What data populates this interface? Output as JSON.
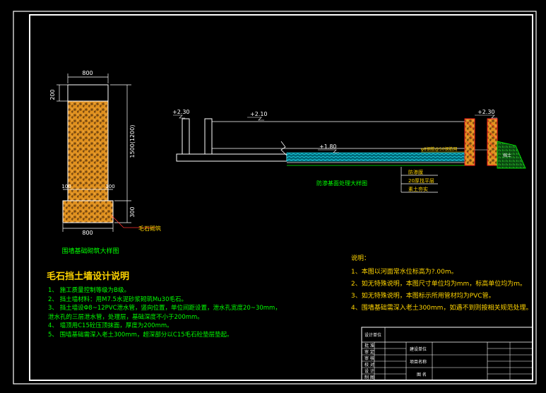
{
  "detail": {
    "width_top": "800",
    "cap_height": "200",
    "wall_height": "1500(1200)",
    "foundation_height": "300",
    "offset_left": "100",
    "offset_right": "100",
    "width_bottom": "800",
    "rubble_label": "毛石砌筑",
    "caption": "围墙基础砌筑大样图"
  },
  "section": {
    "elev_left": "+2.30",
    "elev_mid": "+2.10",
    "elev_water": "+1.80",
    "elev_right": "+2.30",
    "rebar_note": "φ8钢筋@50钢筋网",
    "table": [
      "防渗膜",
      "20厚找平层",
      "素土夯实"
    ],
    "side_label": "挡土",
    "caption": "防渗基面处理大样图"
  },
  "design": {
    "title": "毛石挡土墙设计说明",
    "items": [
      "1、 施工质量控制等级为B级。",
      "2、 挡土墙材料：用M7.5水泥砂浆砌筑Mu30毛石。",
      "3、 挡土墙设Φ8~12PVC泄水管，竖向位置，单位间距设置，泄水孔宽度20~30mm，",
      "     泄水孔的三层泄水管，处理层，基础深度不小于200mm。",
      "4、 墙顶用C15砼压顶抹面，厚度为200mm。",
      "5、 围墙基础需深入老土300mm，超深部分以C15毛石砼垫层垫起。"
    ]
  },
  "notes": {
    "title": "说明：",
    "items": [
      "1、本图以河面常水位标高为?.00m。",
      "2、如无特殊说明，本图尺寸单位均为mm，标高单位均为m。",
      "3、如无特殊说明，本图标示所用管材均为PVC管。",
      "4、围墙基础需深入老土300mm，如遇不到则按相关规范处理。"
    ]
  },
  "titleblock": {
    "header": "设计单位",
    "rows": [
      "批 准",
      "审 定",
      "审 核",
      "校 对",
      "设 计",
      "制 图"
    ],
    "field1": "建设单位",
    "field2": "项目名称",
    "field3": "图 名"
  },
  "colors": {
    "background": "#000000",
    "frame": "#ffffff",
    "rubble": "#d98a1f",
    "accent_green": "#00ff00",
    "accent_yellow": "#ffd400",
    "red": "#ff2020",
    "water": "#00c8d0"
  }
}
